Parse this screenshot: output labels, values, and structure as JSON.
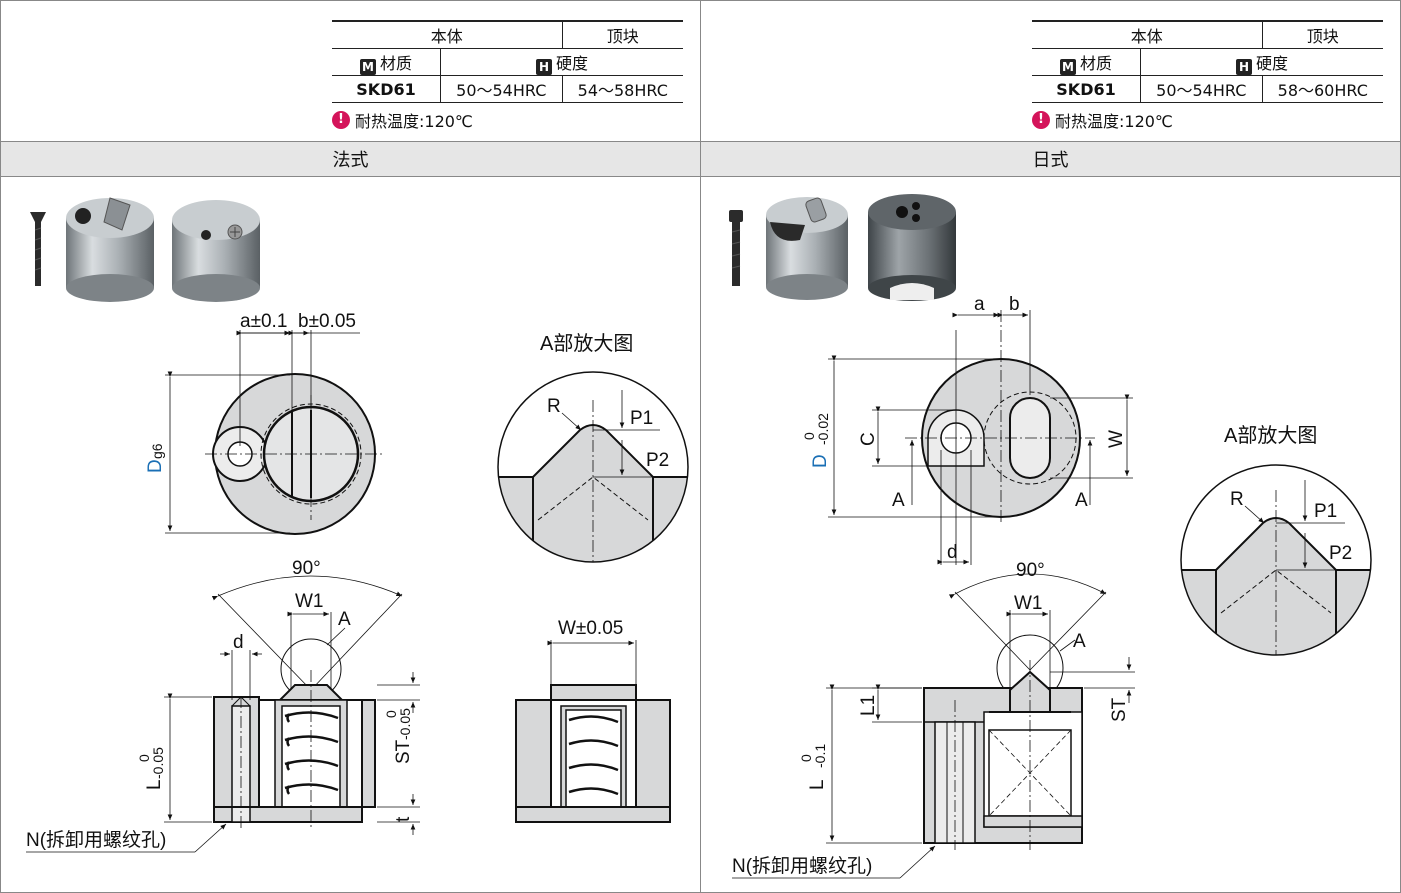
{
  "left": {
    "table": {
      "head_main": "本体",
      "head_side": "顶块",
      "material_tag": "M",
      "material_label": "材质",
      "hardness_tag": "H",
      "hardness_label": "硬度",
      "material": "SKD61",
      "hardness_main": "50～54HRC",
      "hardness_side": "54～58HRC"
    },
    "note_icon": "!",
    "note": "耐热温度:120℃",
    "style_title": "法式",
    "labels": {
      "a": "a±0.1",
      "b": "b±0.05",
      "D": "D",
      "D_tol": "g6",
      "detail_title": "A部放大图",
      "R": "R",
      "P1": "P1",
      "P2": "P2",
      "angle": "90°",
      "W1": "W1",
      "A": "A",
      "d": "d",
      "L": "L",
      "L_tol_top": "0",
      "L_tol_bot": "-0.05",
      "ST": "ST",
      "ST_tol_top": "0",
      "ST_tol_bot": "-0.05",
      "t": "t",
      "N": "N(拆卸用螺纹孔)",
      "W": "W±0.05"
    }
  },
  "right": {
    "table": {
      "head_main": "本体",
      "head_side": "顶块",
      "material_tag": "M",
      "material_label": "材质",
      "hardness_tag": "H",
      "hardness_label": "硬度",
      "material": "SKD61",
      "hardness_main": "50～54HRC",
      "hardness_side": "58～60HRC"
    },
    "note_icon": "!",
    "note": "耐热温度:120℃",
    "style_title": "日式",
    "labels": {
      "a": "a",
      "b": "b",
      "D": "D",
      "D_tol_top": "0",
      "D_tol_bot": "-0.02",
      "C": "C",
      "W": "W",
      "A1": "A",
      "A2": "A",
      "d": "d",
      "detail_title": "A部放大图",
      "R": "R",
      "P1": "P1",
      "P2": "P2",
      "angle": "90°",
      "W1": "W1",
      "A": "A",
      "L1": "L1",
      "ST": "ST",
      "L": "L",
      "L_tol_top": "0",
      "L_tol_bot": "-0.1",
      "N": "N(拆卸用螺纹孔)"
    }
  }
}
